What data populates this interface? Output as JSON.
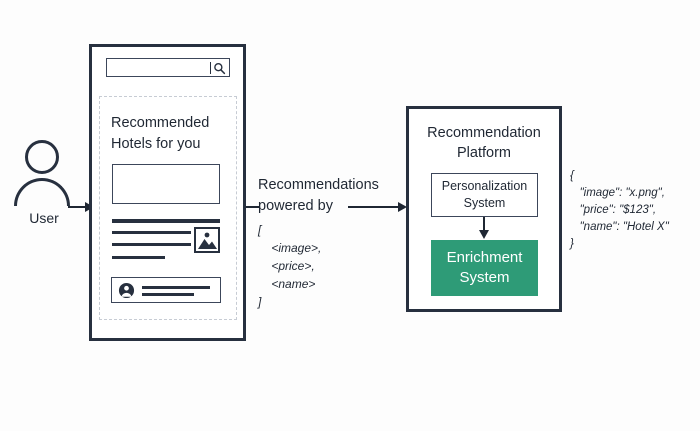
{
  "diagram": {
    "user": {
      "label": "User",
      "head_icon": "user-head-icon",
      "body_icon": "user-body-icon"
    },
    "phone": {
      "search": {
        "value": "",
        "placeholder": "",
        "icon": "search-icon"
      },
      "headline": "Recommended Hotels for you",
      "hero_placeholder": "",
      "text_bars": [
        {
          "name": "bar-0"
        },
        {
          "name": "bar-1"
        },
        {
          "name": "bar-2"
        },
        {
          "name": "bar-3"
        }
      ],
      "image_icon": "image-placeholder-icon",
      "avatar_card": {
        "avatar_icon": "avatar-icon",
        "lines": 2
      }
    },
    "middle": {
      "label": "Recommendations powered by",
      "payload": "[\n    <image>,\n    <price>,\n    <name>\n]"
    },
    "platform": {
      "title": "Recommendation Platform",
      "personalization": "Personalization System",
      "enrichment": "Enrichment System",
      "enrichment_color": "#2e9b77"
    },
    "right_payload": "{\n   \"image\": \"x.png\",\n   \"price\": \"$123\",\n   \"name\": \"Hotel X\"\n}",
    "colors": {
      "stroke": "#27303f",
      "dashed": "#c7ccd4",
      "background": "#fdfdfd",
      "accent": "#2e9b77"
    }
  }
}
